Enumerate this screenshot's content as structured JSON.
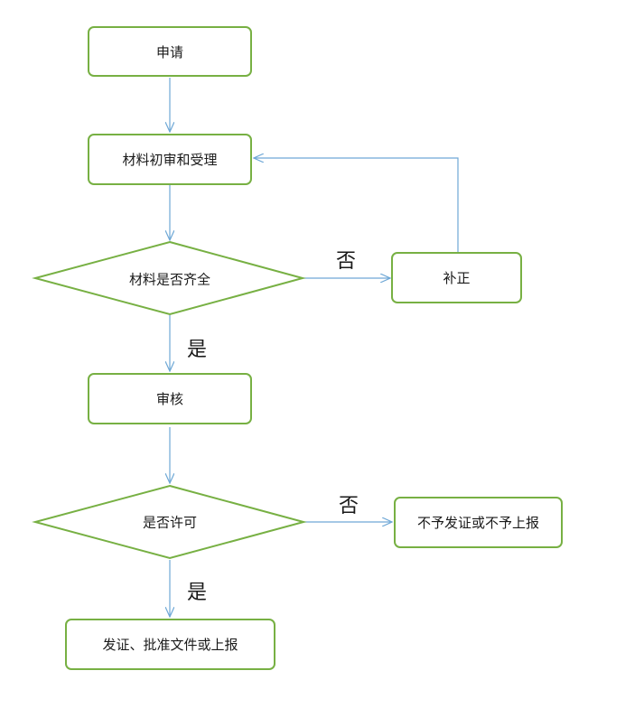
{
  "nodes": {
    "apply": "申请",
    "initial_review": "材料初审和受理",
    "materials_complete": "材料是否齐全",
    "supplement": "补正",
    "review": "审核",
    "permit": "是否许可",
    "reject": "不予发证或不予上报",
    "approve": "发证、批准文件或上报"
  },
  "edges": {
    "yes_1": "是",
    "no_1": "否",
    "yes_2": "是",
    "no_2": "否"
  },
  "colors": {
    "node_border": "#77b043",
    "arrow": "#6fa8d6"
  }
}
